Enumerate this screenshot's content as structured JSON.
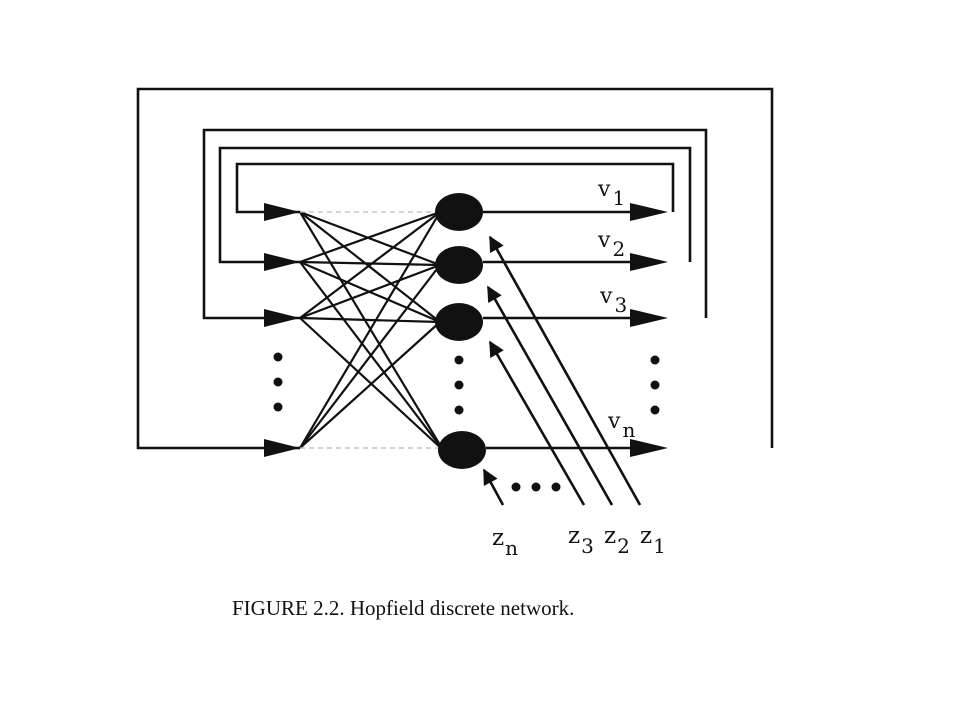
{
  "figure": {
    "caption": "FIGURE 2.2. Hopfield discrete network.",
    "output_labels": [
      {
        "base": "v",
        "sub": "1"
      },
      {
        "base": "v",
        "sub": "2"
      },
      {
        "base": "v",
        "sub": "3"
      },
      {
        "base": "v",
        "sub": "n"
      }
    ],
    "input_labels": [
      {
        "base": "z",
        "sub": "n"
      },
      {
        "base": "z",
        "sub": "3"
      },
      {
        "base": "z",
        "sub": "2"
      },
      {
        "base": "z",
        "sub": "1"
      }
    ],
    "neuron_count_shown": 4,
    "colors": {
      "ink": "#111111",
      "background": "#ffffff"
    }
  }
}
